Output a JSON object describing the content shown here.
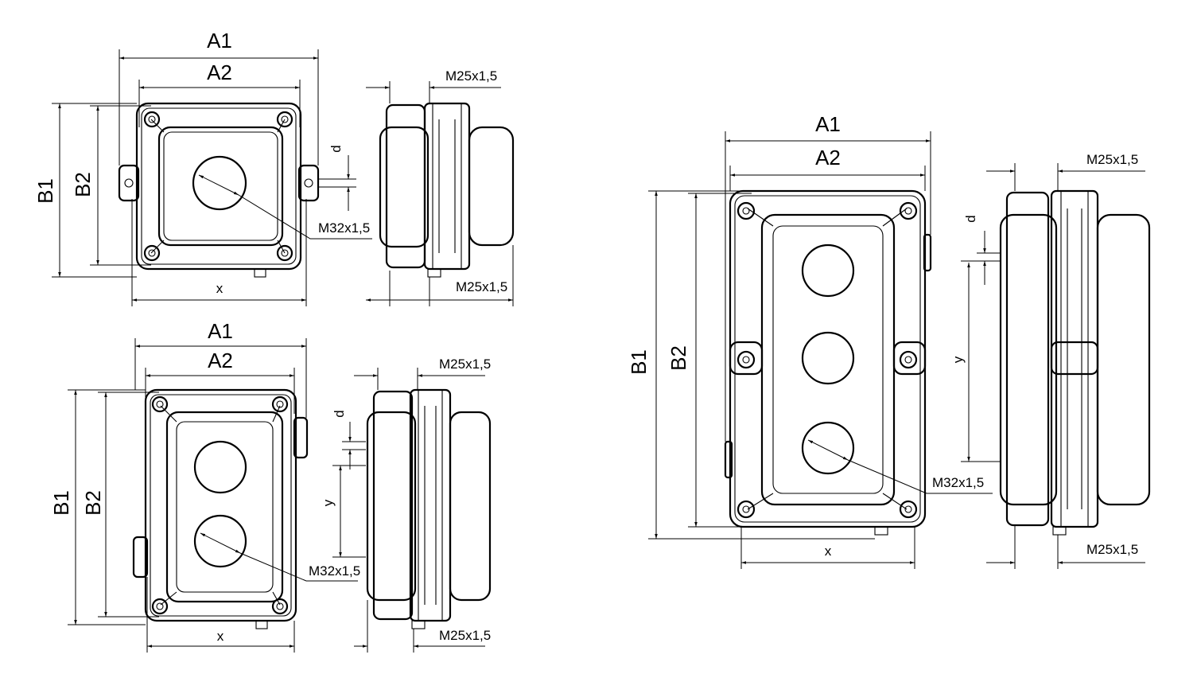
{
  "views": [
    {
      "name": "single-button",
      "a1": "A1",
      "a2": "A2",
      "b1": "B1",
      "b2": "B2",
      "x": "x",
      "d": "d",
      "gland_top": "M25x1,5",
      "gland_bottom": "M25x1,5",
      "button_thread": "M32x1,5"
    },
    {
      "name": "double-button",
      "a1": "A1",
      "a2": "A2",
      "b1": "B1",
      "b2": "B2",
      "x": "x",
      "y": "y",
      "d": "d",
      "gland_top": "M25x1,5",
      "gland_bottom": "M25x1,5",
      "button_thread": "M32x1,5"
    },
    {
      "name": "triple-button",
      "a1": "A1",
      "a2": "A2",
      "b1": "B1",
      "b2": "B2",
      "x": "x",
      "y": "y",
      "d": "d",
      "gland_top": "M25x1,5",
      "gland_bottom": "M25x1,5",
      "button_thread": "M32x1,5"
    }
  ]
}
